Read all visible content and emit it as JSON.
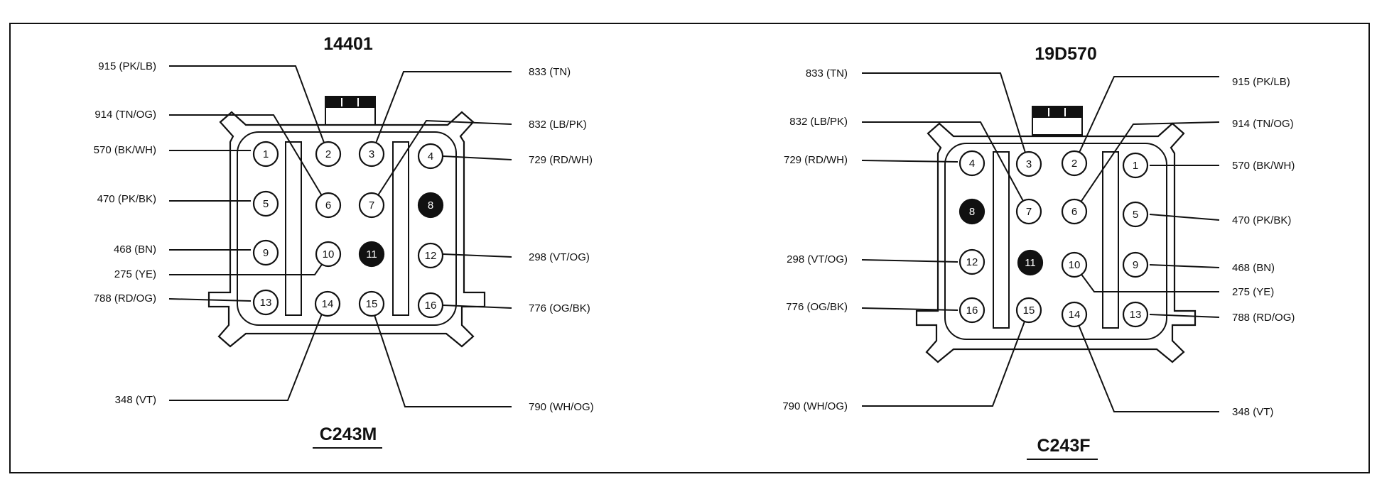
{
  "colors": {
    "ink": "#111111",
    "paper": "#ffffff"
  },
  "connectors": [
    {
      "id": "left",
      "title": "14401",
      "name": "C243M",
      "pins": [
        {
          "n": "1"
        },
        {
          "n": "2"
        },
        {
          "n": "3"
        },
        {
          "n": "4"
        },
        {
          "n": "5"
        },
        {
          "n": "6"
        },
        {
          "n": "7"
        },
        {
          "n": "8",
          "filled": true
        },
        {
          "n": "9"
        },
        {
          "n": "10"
        },
        {
          "n": "11",
          "filled": true
        },
        {
          "n": "12"
        },
        {
          "n": "13"
        },
        {
          "n": "14"
        },
        {
          "n": "15"
        },
        {
          "n": "16"
        }
      ],
      "wires": [
        {
          "pin": "2",
          "label": "915 (PK/LB)"
        },
        {
          "pin": "6",
          "label": "914 (TN/OG)"
        },
        {
          "pin": "1",
          "label": "570 (BK/WH)"
        },
        {
          "pin": "5",
          "label": "470 (PK/BK)"
        },
        {
          "pin": "9",
          "label": "468 (BN)"
        },
        {
          "pin": "10",
          "label": "275 (YE)"
        },
        {
          "pin": "13",
          "label": "788 (RD/OG)"
        },
        {
          "pin": "14",
          "label": "348 (VT)"
        },
        {
          "pin": "3",
          "label": "833 (TN)"
        },
        {
          "pin": "7",
          "label": "832 (LB/PK)"
        },
        {
          "pin": "4",
          "label": "729 (RD/WH)"
        },
        {
          "pin": "12",
          "label": "298 (VT/OG)"
        },
        {
          "pin": "16",
          "label": "776 (OG/BK)"
        },
        {
          "pin": "15",
          "label": "790 (WH/OG)"
        }
      ]
    },
    {
      "id": "right",
      "title": "19D570",
      "name": "C243F",
      "pins": [
        {
          "n": "4"
        },
        {
          "n": "3"
        },
        {
          "n": "2"
        },
        {
          "n": "1"
        },
        {
          "n": "8",
          "filled": true
        },
        {
          "n": "7"
        },
        {
          "n": "6"
        },
        {
          "n": "5"
        },
        {
          "n": "12"
        },
        {
          "n": "11",
          "filled": true
        },
        {
          "n": "10"
        },
        {
          "n": "9"
        },
        {
          "n": "16"
        },
        {
          "n": "15"
        },
        {
          "n": "14"
        },
        {
          "n": "13"
        }
      ],
      "wires": [
        {
          "pin": "3",
          "label": "833 (TN)"
        },
        {
          "pin": "7",
          "label": "832 (LB/PK)"
        },
        {
          "pin": "4",
          "label": "729 (RD/WH)"
        },
        {
          "pin": "12",
          "label": "298 (VT/OG)"
        },
        {
          "pin": "16",
          "label": "776 (OG/BK)"
        },
        {
          "pin": "15",
          "label": "790 (WH/OG)"
        },
        {
          "pin": "2",
          "label": "915 (PK/LB)"
        },
        {
          "pin": "6",
          "label": "914 (TN/OG)"
        },
        {
          "pin": "1",
          "label": "570 (BK/WH)"
        },
        {
          "pin": "5",
          "label": "470 (PK/BK)"
        },
        {
          "pin": "9",
          "label": "468 (BN)"
        },
        {
          "pin": "10",
          "label": "275 (YE)"
        },
        {
          "pin": "13",
          "label": "788 (RD/OG)"
        },
        {
          "pin": "14",
          "label": "348 (VT)"
        }
      ]
    }
  ]
}
